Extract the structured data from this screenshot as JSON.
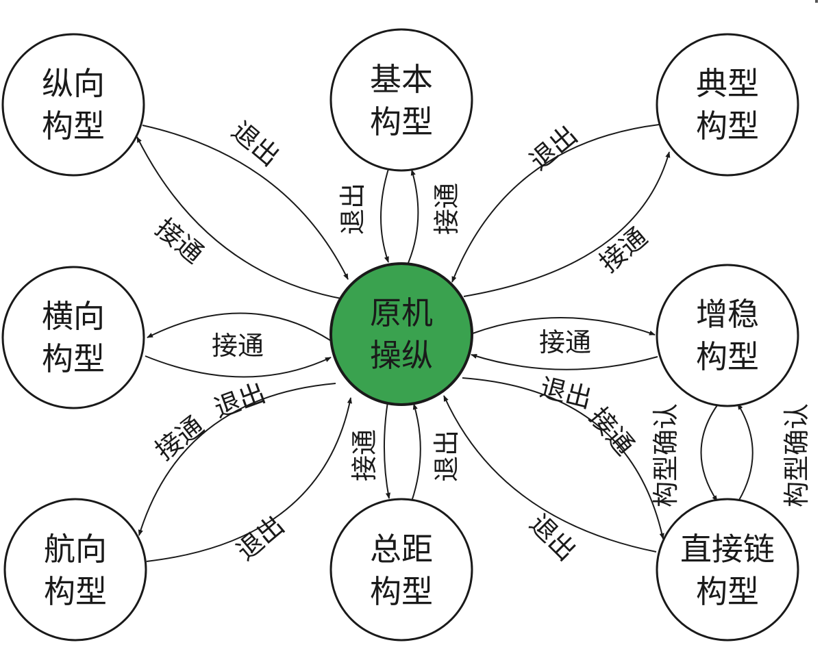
{
  "center": {
    "line1": "原机",
    "line2": "操纵",
    "color": "#3aa24f"
  },
  "nodes": {
    "zongxiang": {
      "line1": "纵向",
      "line2": "构型"
    },
    "jiben": {
      "line1": "基本",
      "line2": "构型"
    },
    "dianxing": {
      "line1": "典型",
      "line2": "构型"
    },
    "hengxiang": {
      "line1": "横向",
      "line2": "构型"
    },
    "zengwen": {
      "line1": "增稳",
      "line2": "构型"
    },
    "hangxiang": {
      "line1": "航向",
      "line2": "构型"
    },
    "zongju": {
      "line1": "总距",
      "line2": "构型"
    },
    "zhijielian": {
      "line1": "直接链",
      "line2": "构型"
    }
  },
  "labels": {
    "connect": "接通",
    "exit": "退出",
    "confirm": "构型确认"
  }
}
